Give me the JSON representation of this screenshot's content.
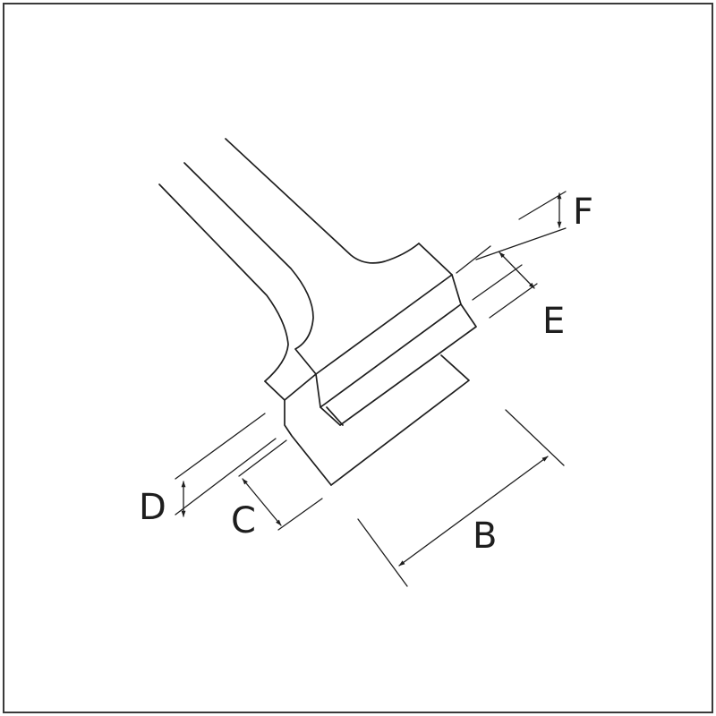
{
  "diagram": {
    "dimension_labels": {
      "b": "B",
      "c": "C",
      "d": "D",
      "e": "E",
      "f": "F"
    },
    "colors": {
      "line": "#1e1e1e",
      "frame": "#3a3a3a",
      "background": "#ffffff"
    }
  }
}
